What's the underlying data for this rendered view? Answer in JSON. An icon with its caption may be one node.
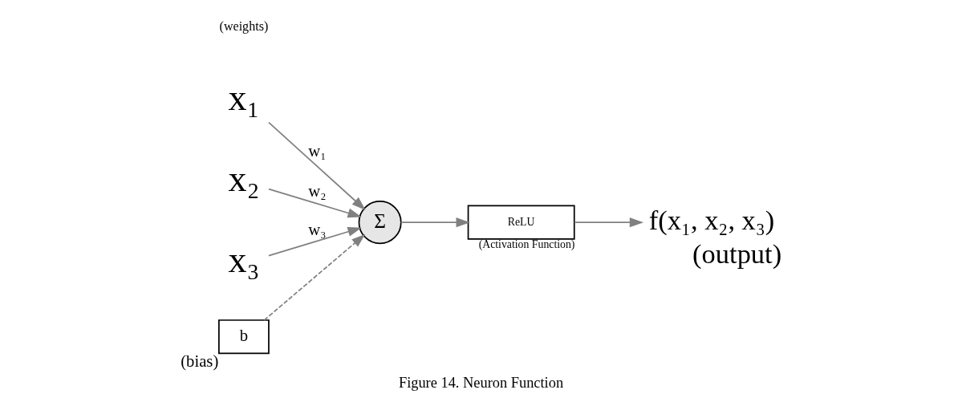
{
  "diagram": {
    "caption": "Figure 14. Neuron Function",
    "nodes": [
      {
        "text": [
          "x₁"
        ]
      },
      {
        "text": [
          "x₂"
        ]
      },
      {
        "text": [
          "x₃"
        ]
      },
      {
        "text": [
          "b"
        ],
        "beside": [
          "(bias)"
        ]
      },
      {
        "text": [
          "Σ"
        ]
      },
      {
        "text": [
          "ReLU"
        ],
        "beside": [
          "(Activation Function)"
        ]
      },
      {
        "text": [
          "f(x₁, x₂, x₃)"
        ],
        "beside": [
          "(output)"
        ]
      }
    ],
    "edges": [
      {
        "from": 0,
        "to": 4,
        "arrow": "to",
        "label": "w₁"
      },
      {
        "from": 1,
        "to": 4,
        "arrow": "to",
        "label": "w₂"
      },
      {
        "from": 2,
        "to": 4,
        "arrow": "to",
        "label": "w₃"
      },
      {
        "from": 3,
        "to": 4,
        "arrow": "to",
        "style": "dashed"
      },
      {
        "from": 4,
        "to": 5,
        "arrow": "to"
      },
      {
        "from": 5,
        "to": 6,
        "arrow": "to"
      }
    ],
    "labels": [
      "(weights)"
    ]
  }
}
